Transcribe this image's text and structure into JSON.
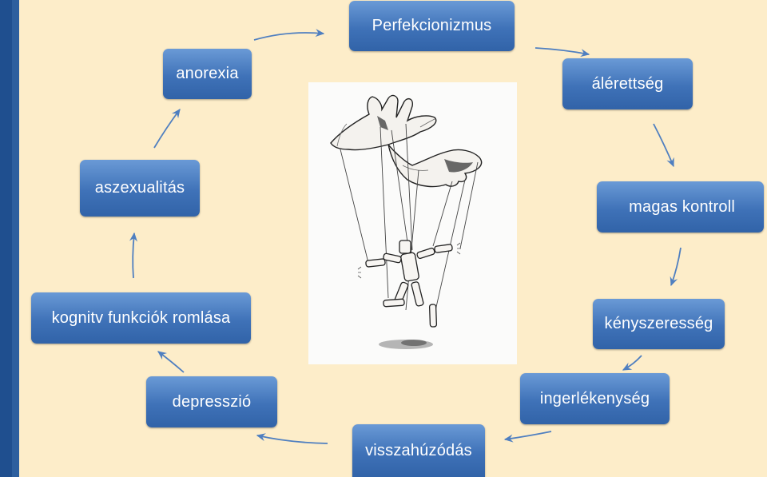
{
  "diagram": {
    "nodes": [
      {
        "id": "perfekcionizmus",
        "label": "Perfekcionizmus"
      },
      {
        "id": "alerettseg",
        "label": "álérettség"
      },
      {
        "id": "magas-kontroll",
        "label": "magas kontroll"
      },
      {
        "id": "kenyszeresseg",
        "label": "kényszeresség"
      },
      {
        "id": "ingerlekenyseg",
        "label": "ingerlékenység"
      },
      {
        "id": "visszahuzodas",
        "label": "visszahúzódás"
      },
      {
        "id": "depresszio",
        "label": "depresszió"
      },
      {
        "id": "kognitv",
        "label": "kognitv funkciók romlása"
      },
      {
        "id": "aszexualitas",
        "label": "aszexualitás"
      },
      {
        "id": "anorexia",
        "label": "anorexia"
      }
    ],
    "flow": "clockwise cycle",
    "center_image": "marionette-puppet-illustration",
    "colors": {
      "background": "#fdedc9",
      "box": "#3f72b8",
      "arrow": "#4f7fc0",
      "bar": "#1f4f8f"
    }
  }
}
